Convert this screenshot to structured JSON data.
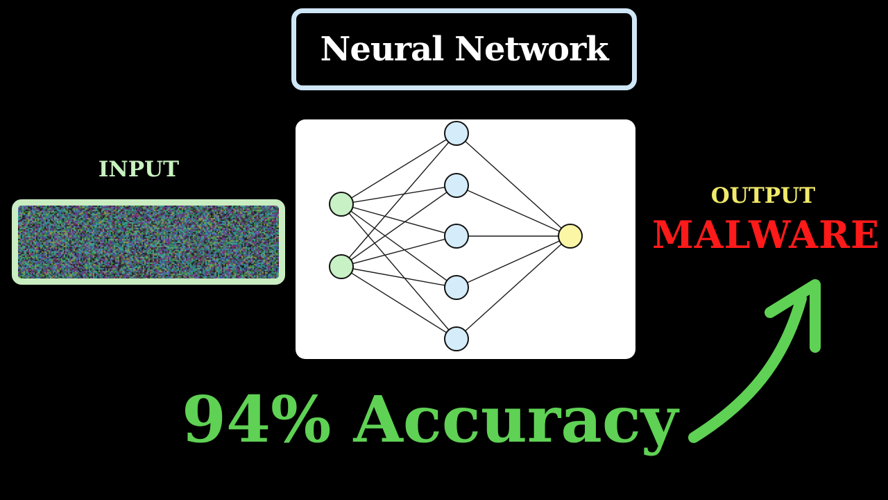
{
  "title": "Neural Network",
  "input": {
    "label": "INPUT"
  },
  "output": {
    "label": "OUTPUT",
    "value": "MALWARE"
  },
  "accuracy": "94% Accuracy",
  "network": {
    "layers": [
      {
        "name": "input-layer",
        "nodes": 2,
        "color": "#c8f1c6"
      },
      {
        "name": "hidden-layer",
        "nodes": 5,
        "color": "#d5ecfa"
      },
      {
        "name": "output-layer",
        "nodes": 1,
        "color": "#fbf5a6"
      }
    ],
    "edge_color": "#1a1a1a"
  },
  "colors": {
    "background": "#000000",
    "title_border": "#cfe6f7",
    "input_label": "#c8f2c0",
    "output_label": "#f0e96a",
    "malware": "#ff1a1a",
    "accuracy": "#5fd154"
  },
  "icons": [
    "right-arrow-icon",
    "curved-up-arrow-icon"
  ]
}
